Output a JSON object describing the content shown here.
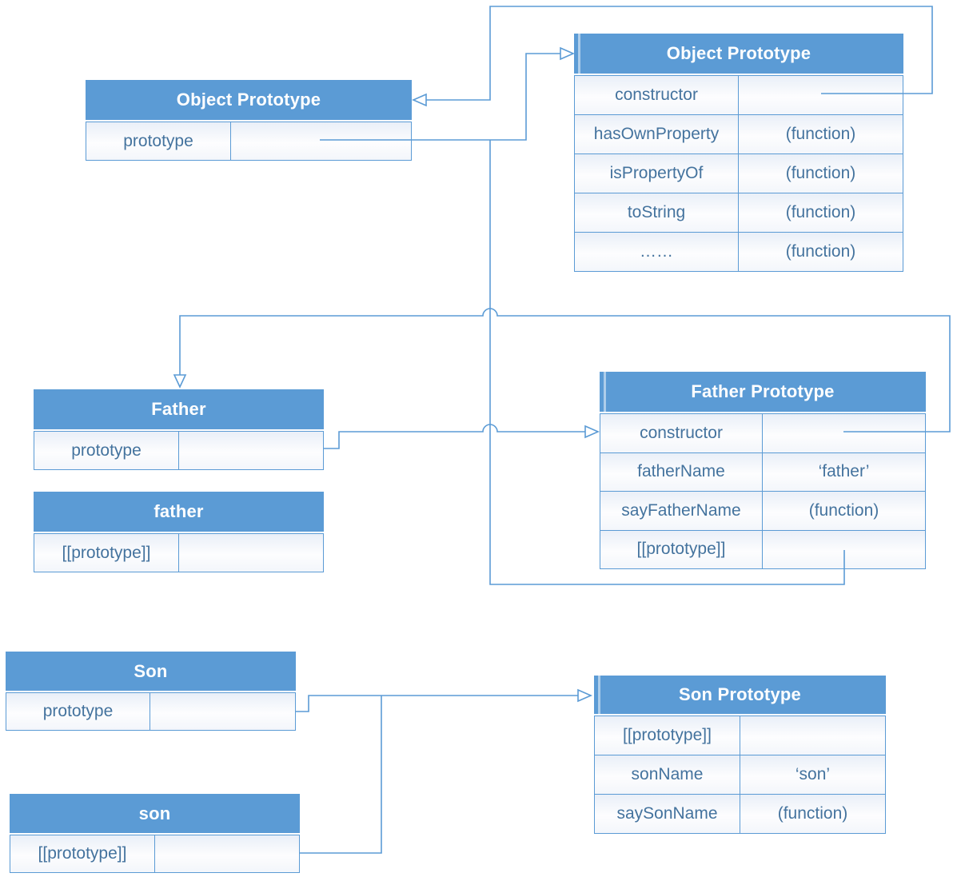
{
  "boxes": {
    "object_fn": {
      "title": "Object Prototype",
      "rows": [
        {
          "key": "prototype",
          "value": ""
        }
      ]
    },
    "object_proto": {
      "title": "Object Prototype",
      "rows": [
        {
          "key": "constructor",
          "value": ""
        },
        {
          "key": "hasOwnProperty",
          "value": "(function)"
        },
        {
          "key": "isPropertyOf",
          "value": "(function)"
        },
        {
          "key": "toString",
          "value": "(function)"
        },
        {
          "key": "……",
          "value": "(function)"
        }
      ]
    },
    "father_fn": {
      "title": "Father",
      "rows": [
        {
          "key": "prototype",
          "value": ""
        }
      ]
    },
    "father_obj": {
      "title": "father",
      "rows": [
        {
          "key": "[[prototype]]",
          "value": ""
        }
      ]
    },
    "father_proto": {
      "title": "Father Prototype",
      "rows": [
        {
          "key": "constructor",
          "value": ""
        },
        {
          "key": "fatherName",
          "value": "‘father’"
        },
        {
          "key": "sayFatherName",
          "value": "(function)"
        },
        {
          "key": "[[prototype]]",
          "value": ""
        }
      ]
    },
    "son_fn": {
      "title": "Son",
      "rows": [
        {
          "key": "prototype",
          "value": ""
        }
      ]
    },
    "son_obj": {
      "title": "son",
      "rows": [
        {
          "key": "[[prototype]]",
          "value": ""
        }
      ]
    },
    "son_proto": {
      "title": "Son Prototype",
      "rows": [
        {
          "key": "[[prototype]]",
          "value": ""
        },
        {
          "key": "sonName",
          "value": "‘son’"
        },
        {
          "key": "saySonName",
          "value": "(function)"
        }
      ]
    }
  },
  "colors": {
    "header_fill": "#5B9BD5",
    "line": "#5B9BD5",
    "cell_text": "#44739E",
    "header_text": "#FFFFFF"
  }
}
